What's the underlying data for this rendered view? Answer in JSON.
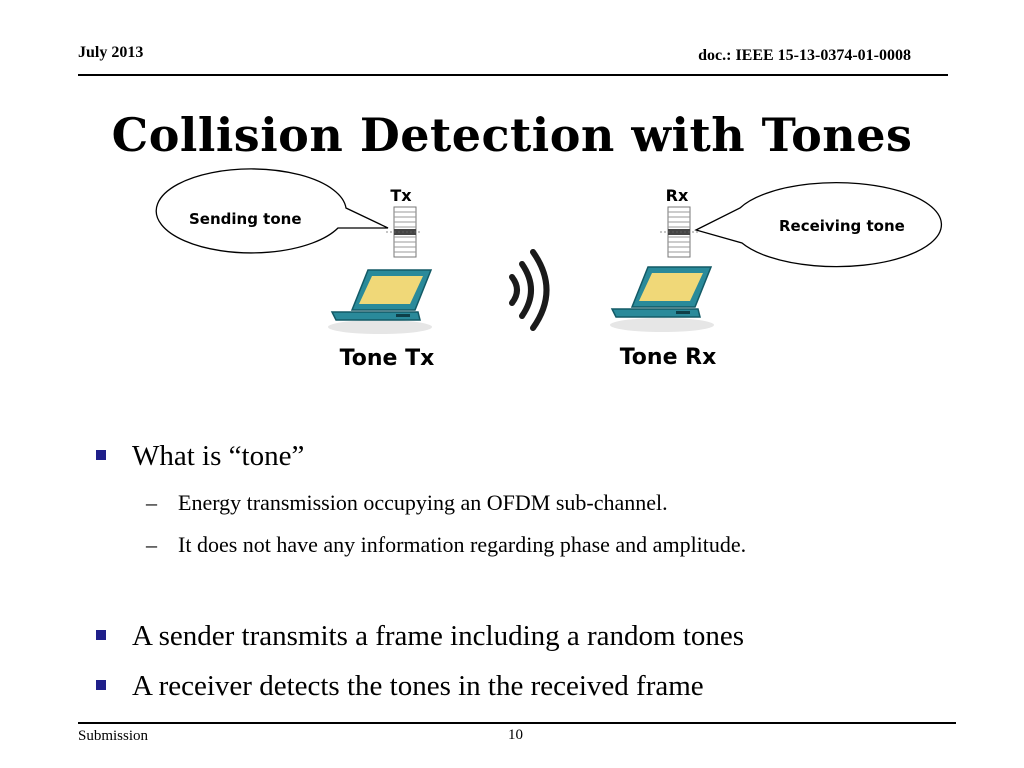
{
  "header": {
    "date": "July 2013",
    "doc_id": "doc.: IEEE 15-13-0374-01-0008"
  },
  "title": "Collision Detection with Tones",
  "diagram": {
    "tx_label": "Tx",
    "rx_label": "Rx",
    "sending_tone": "Sending tone",
    "receiving_tone": "Receiving tone",
    "tone_tx": "Tone Tx",
    "tone_rx": "Tone Rx",
    "laptop_screen_color": "#f0d878",
    "laptop_body_color": "#2a8a9a"
  },
  "bullets": [
    {
      "text": "What is “tone”",
      "sub": [
        "Energy transmission occupying an OFDM sub-channel.",
        "It does not have any information regarding phase and amplitude."
      ]
    },
    {
      "text": "A sender transmits a frame including a random tones"
    },
    {
      "text": "A receiver detects the tones in the received frame"
    }
  ],
  "footer": {
    "left": "Submission",
    "page": "10"
  }
}
